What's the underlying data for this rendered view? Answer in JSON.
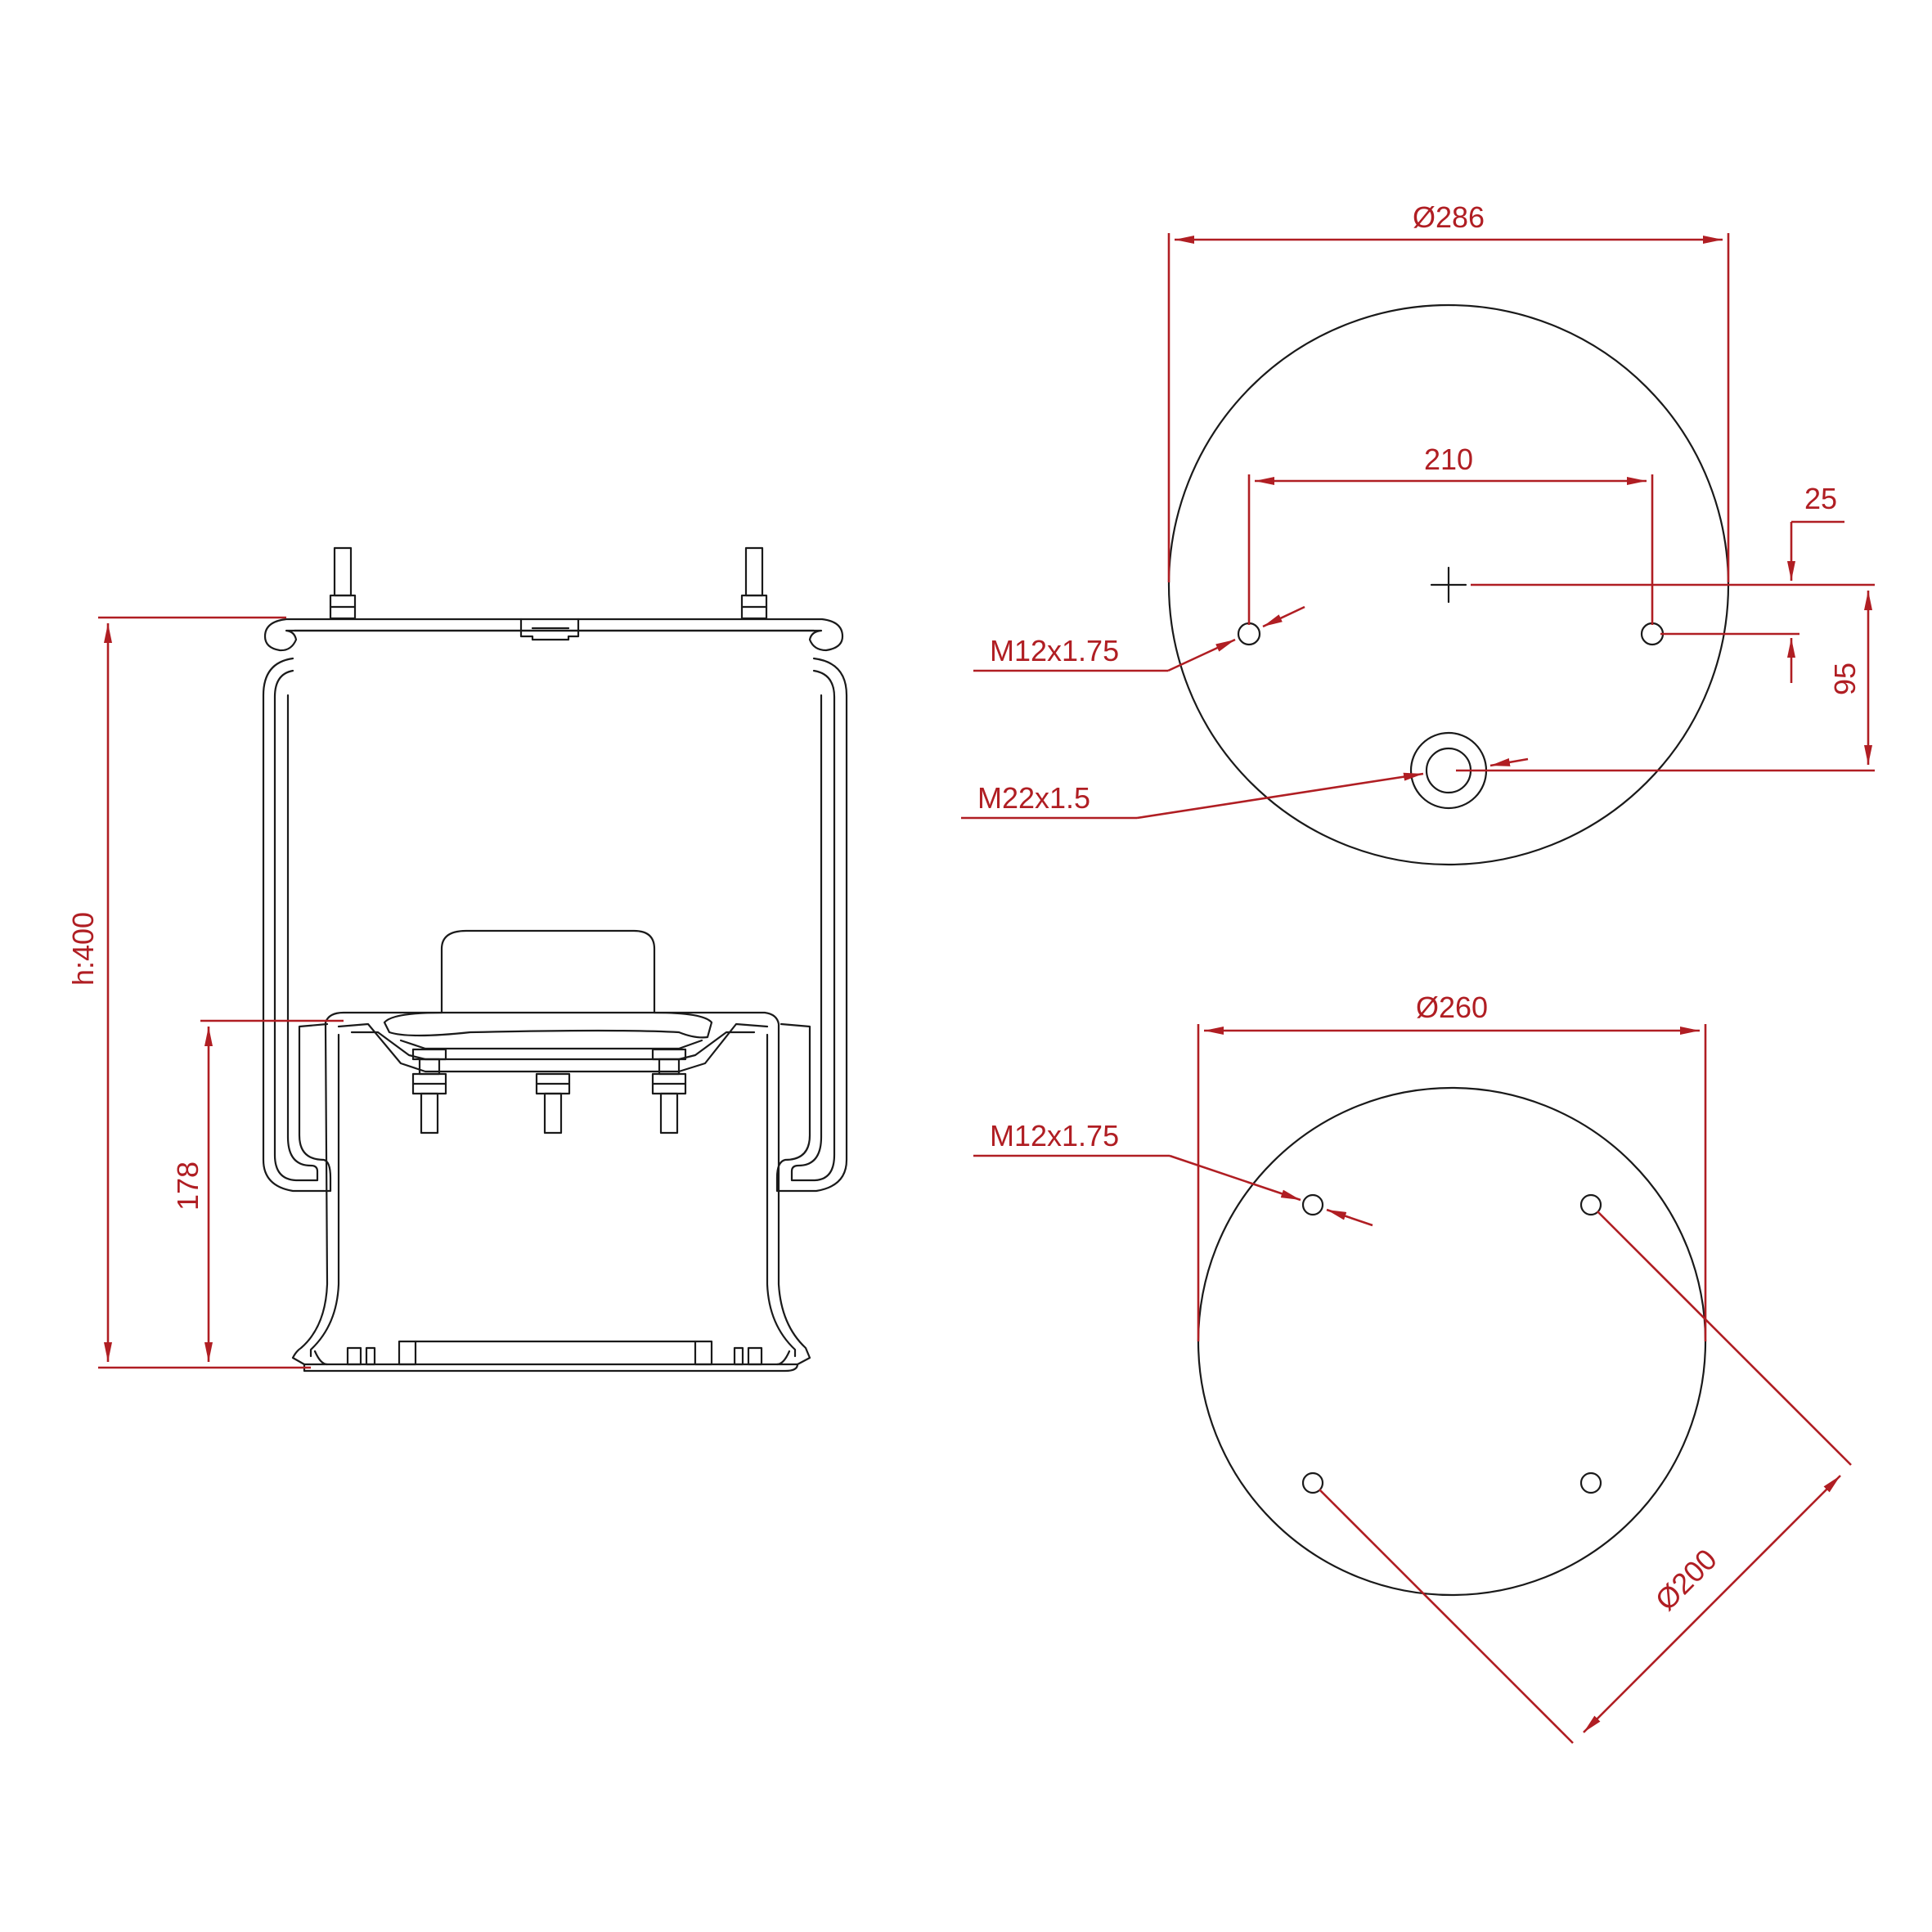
{
  "colors": {
    "dimension": "#b01e23",
    "outline": "#1a1a1a",
    "background": "#ffffff"
  },
  "side_view": {
    "height_label": "h:400",
    "piston_height_label": "178"
  },
  "top_view": {
    "diameter_label": "Ø286",
    "stud_spacing_label": "210",
    "stud_offset_label": "25",
    "port_offset_label": "95",
    "stud_thread_label": "M12x1.75",
    "port_thread_label": "M22x1.5"
  },
  "bottom_view": {
    "diameter_label": "Ø260",
    "bolt_thread_label": "M12x1.75",
    "bolt_circle_label": "Ø200"
  }
}
